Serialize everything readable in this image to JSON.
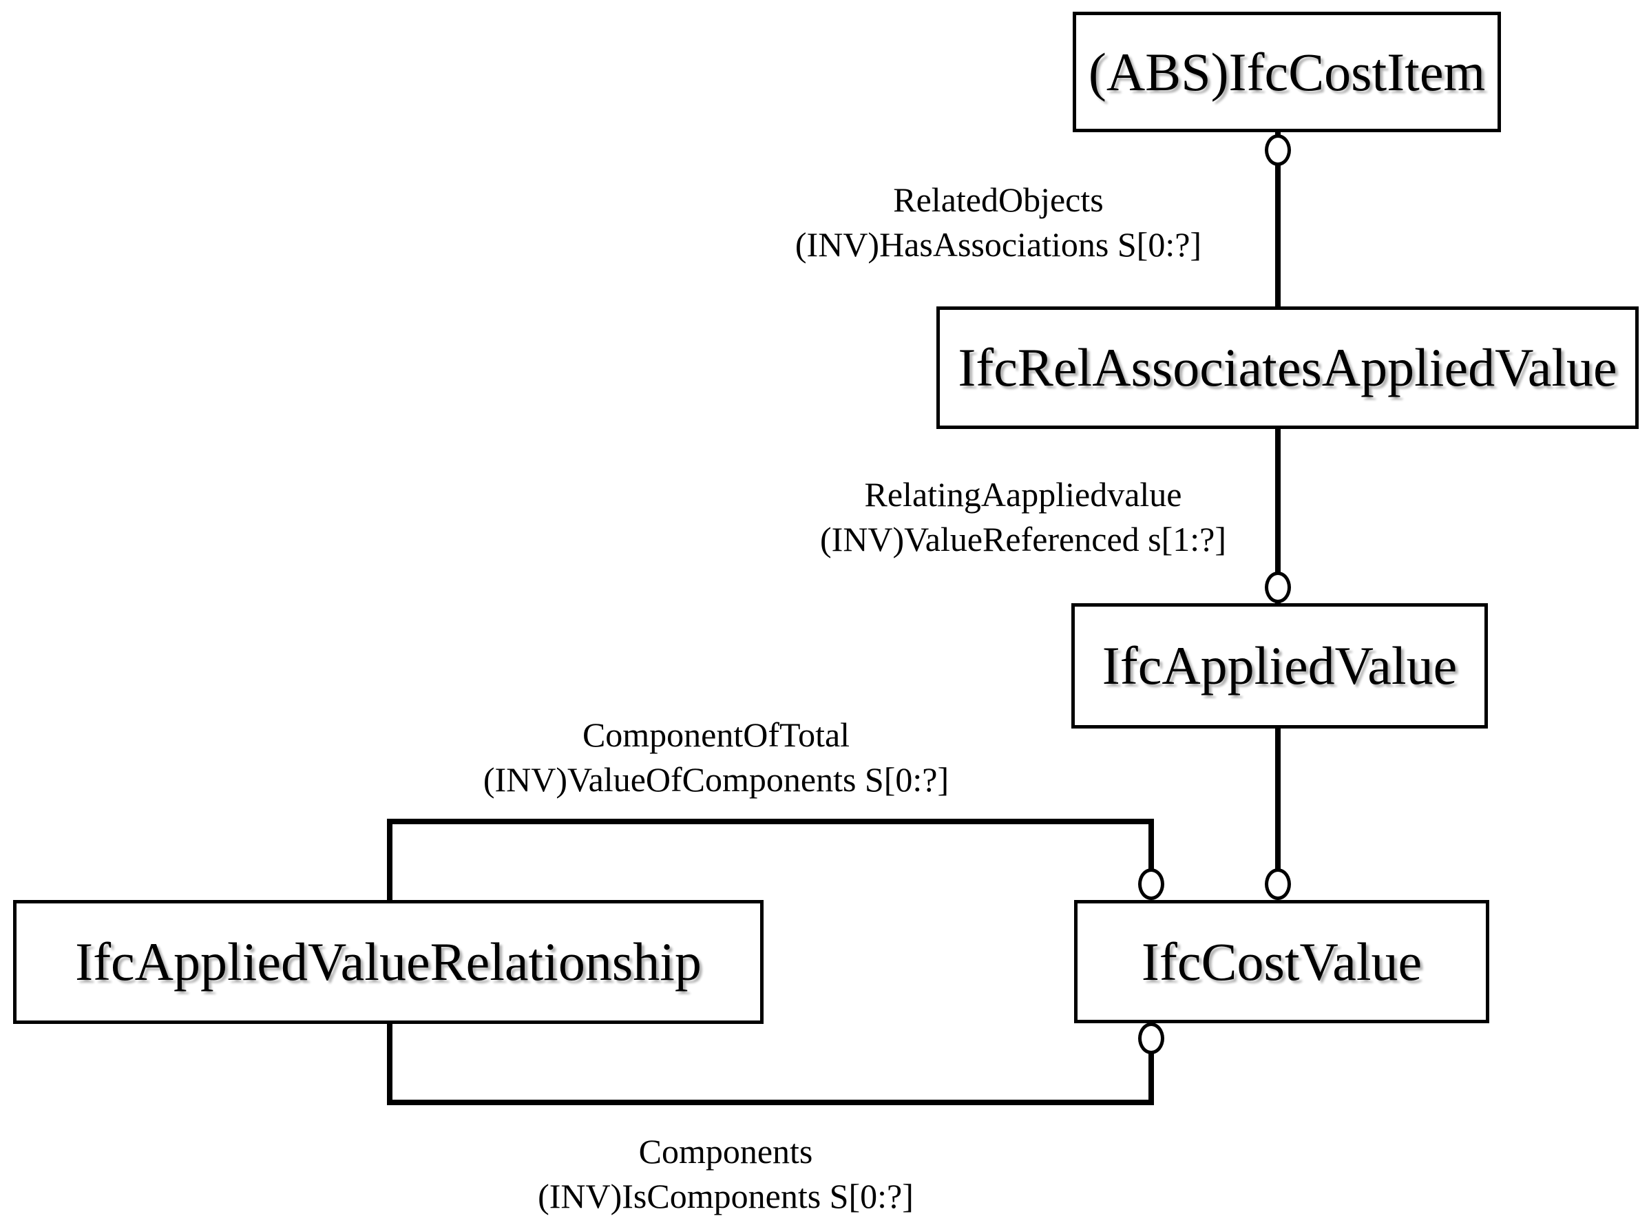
{
  "nodes": {
    "cost_item": {
      "label": "(ABS)IfcCostItem"
    },
    "rel_associates_applied_value": {
      "label": "IfcRelAssociatesAppliedValue"
    },
    "applied_value": {
      "label": "IfcAppliedValue"
    },
    "applied_value_relationship": {
      "label": "IfcAppliedValueRelationship"
    },
    "cost_value": {
      "label": "IfcCostValue"
    }
  },
  "edges": {
    "related_objects": {
      "line1": "RelatedObjects",
      "line2": "(INV)HasAssociations S[0:?]"
    },
    "relating_applied_value": {
      "line1": "RelatingAappliedvalue",
      "line2": "(INV)ValueReferenced s[1:?]"
    },
    "component_of_total": {
      "line1": "ComponentOfTotal",
      "line2": "(INV)ValueOfComponents S[0:?]"
    },
    "components": {
      "line1": "Components",
      "line2": "(INV)IsComponents S[0:?]"
    }
  },
  "colors": {
    "line": "#000000",
    "box_fill": "#ffffff",
    "text": "#000000",
    "background": "#ffffff"
  }
}
